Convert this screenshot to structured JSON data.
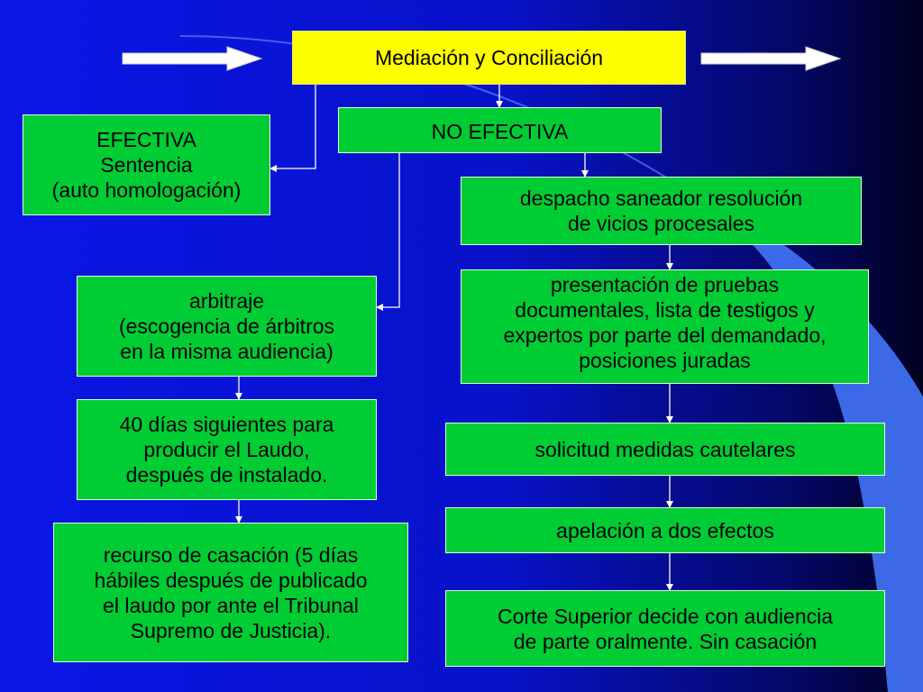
{
  "colors": {
    "background_blue": "#0a16e6",
    "box_green": "#00cc33",
    "title_yellow": "#ffff00",
    "text": "#000000",
    "connector": "#ffffff"
  },
  "diagram": {
    "title": "Mediación y Conciliación",
    "efectiva": "EFECTIVA\nSentencia\n(auto homologación)",
    "no_efectiva": "NO EFECTIVA",
    "arbitraje": "arbitraje\n(escogencia de árbitros\nen la misma audiencia)",
    "cuarenta_dias": "40 días siguientes para\nproducir el Laudo,\ndespués de instalado.",
    "recurso_casacion": "recurso de casación (5 días\nhábiles después de publicado\nel laudo por ante el Tribunal\nSupremo de Justicia).",
    "despacho_saneador": "despacho saneador resolución\nde vicios procesales",
    "presentacion_pruebas": "presentación de pruebas\ndocumentales, lista de testigos y\nexpertos por parte del demandado,\nposiciones juradas",
    "medidas_cautelares": "solicitud medidas cautelares",
    "apelacion": "apelación a dos efectos",
    "corte_superior": "Corte Superior decide con audiencia\nde parte oralmente. Sin casación"
  }
}
